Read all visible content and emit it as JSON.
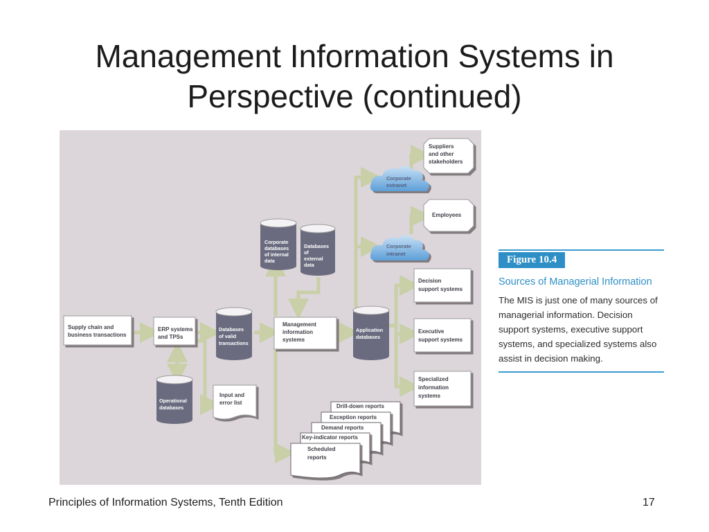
{
  "slide": {
    "title": "Management Information Systems in Perspective (continued)",
    "footer_left": "Principles of Information Systems, Tenth Edition",
    "page_number": "17"
  },
  "caption": {
    "figure_label": "Figure 10.4",
    "subtitle": "Sources of Managerial Information",
    "body": "The MIS is just one of many sources of managerial information. Decision support systems, executive support systems, and specialized systems also assist in decision making."
  },
  "diagram": {
    "supply_chain": [
      "Supply chain and",
      "business transactions"
    ],
    "erp": [
      "ERP systems",
      "and TPSs"
    ],
    "operational_db": [
      "Operational",
      "databases"
    ],
    "valid_db": [
      "Databases",
      "of valid",
      "transactions"
    ],
    "input_error": [
      "Input and",
      "error list"
    ],
    "corporate_internal_db": [
      "Corporate",
      "databases",
      "of internal",
      "data"
    ],
    "external_db": [
      "Databases",
      "of",
      "external",
      "data"
    ],
    "mis": [
      "Management",
      "information",
      "systems"
    ],
    "application_db": [
      "Application",
      "databases"
    ],
    "corporate_extranet": [
      "Corporate",
      "extranet"
    ],
    "corporate_intranet": [
      "Corporate",
      "intranet"
    ],
    "suppliers": [
      "Suppliers",
      "and other",
      "stakeholders"
    ],
    "employees": [
      "Employees"
    ],
    "decision_support": [
      "Decision",
      "support systems"
    ],
    "executive_support": [
      "Executive",
      "support systems"
    ],
    "specialized": [
      "Specialized",
      "information",
      "systems"
    ],
    "reports": {
      "drill_down": "Drill-down reports",
      "exception": "Exception reports",
      "demand": "Demand reports",
      "key_indicator": "Key-indicator reports",
      "scheduled": [
        "Scheduled",
        "reports"
      ]
    },
    "colors": {
      "background": "#dcd6da",
      "arrow": "#c9cfa6",
      "database": "#6b6b80",
      "box_border": "#9a9a9a",
      "cloud": "#8fbde6"
    }
  }
}
